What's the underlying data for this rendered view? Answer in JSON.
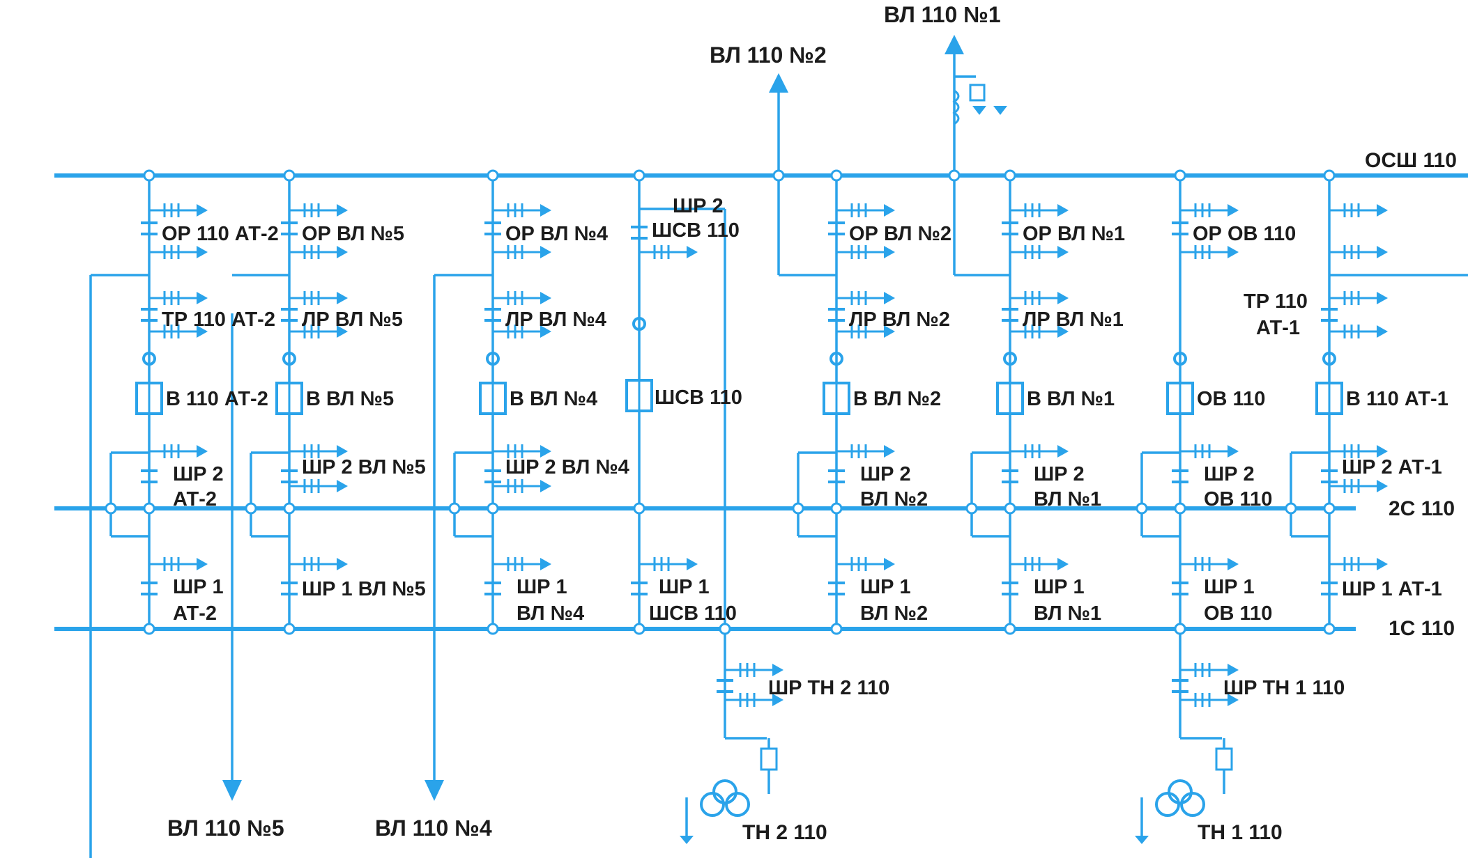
{
  "colors": {
    "line": "#2aa3ea",
    "text": "#1c1c1c",
    "background": "#ffffff"
  },
  "busbars": {
    "bypass": "ОСШ 110",
    "bus2": "2С 110",
    "bus1": "1С 110"
  },
  "lines_top": {
    "vl1": "ВЛ 110 №1",
    "vl2": "ВЛ 110 №2"
  },
  "lines_bottom": {
    "vl5": "ВЛ 110 №5",
    "vl4": "ВЛ 110 №4"
  },
  "bays": [
    {
      "id": "at2",
      "or": "ОР 110 АТ-2",
      "tr": "ТР 110 АТ-2",
      "breaker": "В 110 АТ-2",
      "shr2": [
        "ШР 2",
        "АТ-2"
      ],
      "shr1": [
        "ШР 1",
        "АТ-2"
      ]
    },
    {
      "id": "vl5",
      "or": "ОР ВЛ №5",
      "tr": "ЛР ВЛ №5",
      "breaker": "В ВЛ №5",
      "shr2": [
        "ШР 2 ВЛ №5"
      ],
      "shr1": [
        "ШР 1 ВЛ №5"
      ]
    },
    {
      "id": "vl4",
      "or": "ОР ВЛ №4",
      "tr": "ЛР ВЛ №4",
      "breaker": "В ВЛ №4",
      "shr2": [
        "ШР 2 ВЛ №4"
      ],
      "shr1": [
        "ШР 1",
        "ВЛ №4"
      ]
    },
    {
      "id": "shsv",
      "or": "",
      "tr": "",
      "breaker": "ШСВ 110",
      "shr2": [
        "ШР 2",
        "ШСВ 110"
      ],
      "shr1": [
        "ШР 1",
        "ШСВ 110"
      ]
    },
    {
      "id": "vl2",
      "or": "ОР ВЛ №2",
      "tr": "ЛР ВЛ №2",
      "breaker": "В ВЛ №2",
      "shr2": [
        "ШР 2",
        "ВЛ №2"
      ],
      "shr1": [
        "ШР 1",
        "ВЛ №2"
      ]
    },
    {
      "id": "vl1",
      "or": "ОР ВЛ №1",
      "tr": "ЛР ВЛ №1",
      "breaker": "В ВЛ №1",
      "shr2": [
        "ШР 2",
        "ВЛ №1"
      ],
      "shr1": [
        "ШР 1",
        "ВЛ №1"
      ]
    },
    {
      "id": "ov",
      "or": "ОР ОВ 110",
      "tr": "",
      "breaker": "ОВ 110",
      "shr2": [
        "ШР 2",
        "ОВ 110"
      ],
      "shr1": [
        "ШР 1",
        "ОВ 110"
      ]
    },
    {
      "id": "at1",
      "or": "",
      "tr": "ТР 110 АТ-1",
      "breaker": "В 110 АТ-1",
      "shr2": [
        "ШР 2 АТ-1"
      ],
      "shr1": [
        "ШР 1 АТ-1"
      ]
    }
  ],
  "vt": [
    {
      "id": "vt2",
      "disconnector": "ШР ТН 2 110",
      "transformer": "ТН 2 110"
    },
    {
      "id": "vt1",
      "disconnector": "ШР ТН 1 110",
      "transformer": "ТН 1 110"
    }
  ]
}
